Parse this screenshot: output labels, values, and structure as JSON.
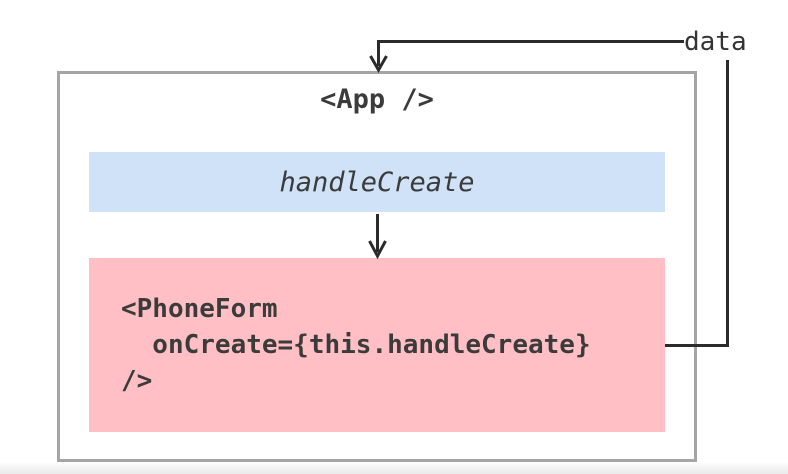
{
  "diagram": {
    "app_label": "<App />",
    "handler_label": "handleCreate",
    "phone_form_code_lines": [
      "<PhoneForm",
      "  onCreate={this.handleCreate}",
      "/>"
    ],
    "data_label": "data",
    "colors": {
      "handler_box_bg": "#cfe2f7",
      "phone_form_box_bg": "#ffbfc5",
      "app_box_border": "#a5a5a5",
      "arrow_line": "#2b2b2b",
      "text": "#3b3b3b"
    }
  }
}
